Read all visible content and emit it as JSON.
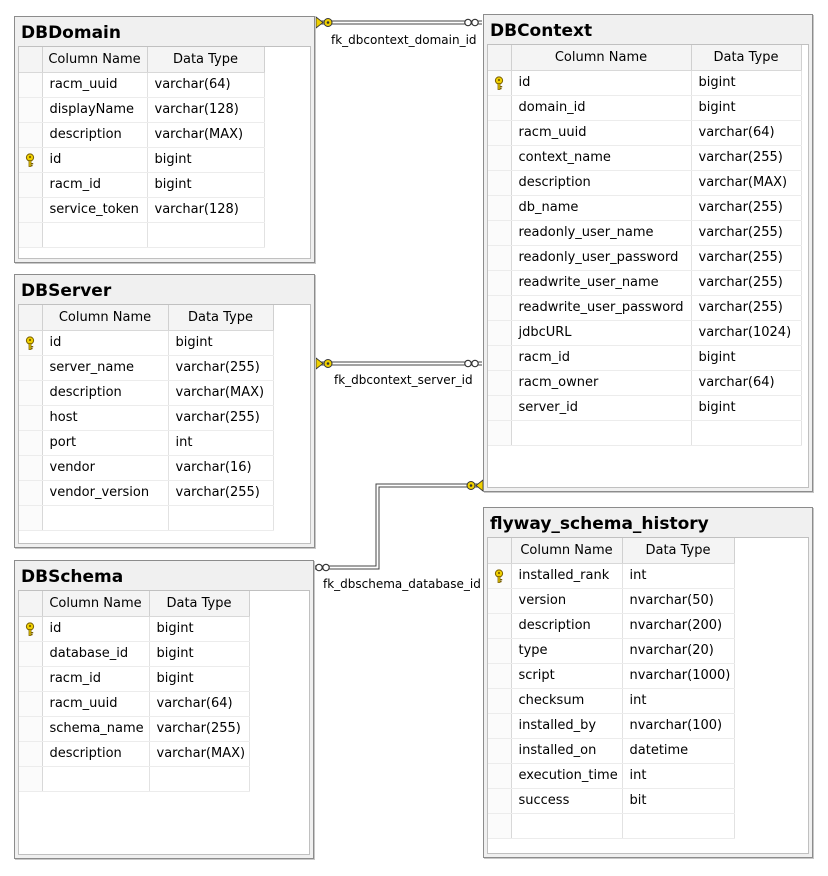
{
  "headers": {
    "column": "Column Name",
    "type": "Data Type"
  },
  "tables": {
    "dbdomain": {
      "title": "DBDomain",
      "rows": [
        {
          "name": "racm_uuid",
          "type": "varchar(64)",
          "pk": false
        },
        {
          "name": "displayName",
          "type": "varchar(128)",
          "pk": false
        },
        {
          "name": "description",
          "type": "varchar(MAX)",
          "pk": false
        },
        {
          "name": "id",
          "type": "bigint",
          "pk": true
        },
        {
          "name": "racm_id",
          "type": "bigint",
          "pk": false
        },
        {
          "name": "service_token",
          "type": "varchar(128)",
          "pk": false
        }
      ]
    },
    "dbserver": {
      "title": "DBServer",
      "rows": [
        {
          "name": "id",
          "type": "bigint",
          "pk": true
        },
        {
          "name": "server_name",
          "type": "varchar(255)",
          "pk": false
        },
        {
          "name": "description",
          "type": "varchar(MAX)",
          "pk": false
        },
        {
          "name": "host",
          "type": "varchar(255)",
          "pk": false
        },
        {
          "name": "port",
          "type": "int",
          "pk": false
        },
        {
          "name": "vendor",
          "type": "varchar(16)",
          "pk": false
        },
        {
          "name": "vendor_version",
          "type": "varchar(255)",
          "pk": false
        }
      ]
    },
    "dbschema": {
      "title": "DBSchema",
      "rows": [
        {
          "name": "id",
          "type": "bigint",
          "pk": true
        },
        {
          "name": "database_id",
          "type": "bigint",
          "pk": false
        },
        {
          "name": "racm_id",
          "type": "bigint",
          "pk": false
        },
        {
          "name": "racm_uuid",
          "type": "varchar(64)",
          "pk": false
        },
        {
          "name": "schema_name",
          "type": "varchar(255)",
          "pk": false
        },
        {
          "name": "description",
          "type": "varchar(MAX)",
          "pk": false
        }
      ]
    },
    "dbcontext": {
      "title": "DBContext",
      "rows": [
        {
          "name": "id",
          "type": "bigint",
          "pk": true
        },
        {
          "name": "domain_id",
          "type": "bigint",
          "pk": false
        },
        {
          "name": "racm_uuid",
          "type": "varchar(64)",
          "pk": false
        },
        {
          "name": "context_name",
          "type": "varchar(255)",
          "pk": false
        },
        {
          "name": "description",
          "type": "varchar(MAX)",
          "pk": false
        },
        {
          "name": "db_name",
          "type": "varchar(255)",
          "pk": false
        },
        {
          "name": "readonly_user_name",
          "type": "varchar(255)",
          "pk": false
        },
        {
          "name": "readonly_user_password",
          "type": "varchar(255)",
          "pk": false
        },
        {
          "name": "readwrite_user_name",
          "type": "varchar(255)",
          "pk": false
        },
        {
          "name": "readwrite_user_password",
          "type": "varchar(255)",
          "pk": false
        },
        {
          "name": "jdbcURL",
          "type": "varchar(1024)",
          "pk": false
        },
        {
          "name": "racm_id",
          "type": "bigint",
          "pk": false
        },
        {
          "name": "racm_owner",
          "type": "varchar(64)",
          "pk": false
        },
        {
          "name": "server_id",
          "type": "bigint",
          "pk": false
        }
      ]
    },
    "flyway": {
      "title": "flyway_schema_history",
      "rows": [
        {
          "name": "installed_rank",
          "type": "int",
          "pk": true
        },
        {
          "name": "version",
          "type": "nvarchar(50)",
          "pk": false
        },
        {
          "name": "description",
          "type": "nvarchar(200)",
          "pk": false
        },
        {
          "name": "type",
          "type": "nvarchar(20)",
          "pk": false
        },
        {
          "name": "script",
          "type": "nvarchar(1000)",
          "pk": false
        },
        {
          "name": "checksum",
          "type": "int",
          "pk": false
        },
        {
          "name": "installed_by",
          "type": "nvarchar(100)",
          "pk": false
        },
        {
          "name": "installed_on",
          "type": "datetime",
          "pk": false
        },
        {
          "name": "execution_time",
          "type": "int",
          "pk": false
        },
        {
          "name": "success",
          "type": "bit",
          "pk": false
        }
      ]
    }
  },
  "relationships": {
    "domain": "fk_dbcontext_domain_id",
    "server": "fk_dbcontext_server_id",
    "schema": "fk_dbschema_database_id"
  },
  "colors": {
    "key": "#f0d000",
    "line": "#444444"
  }
}
